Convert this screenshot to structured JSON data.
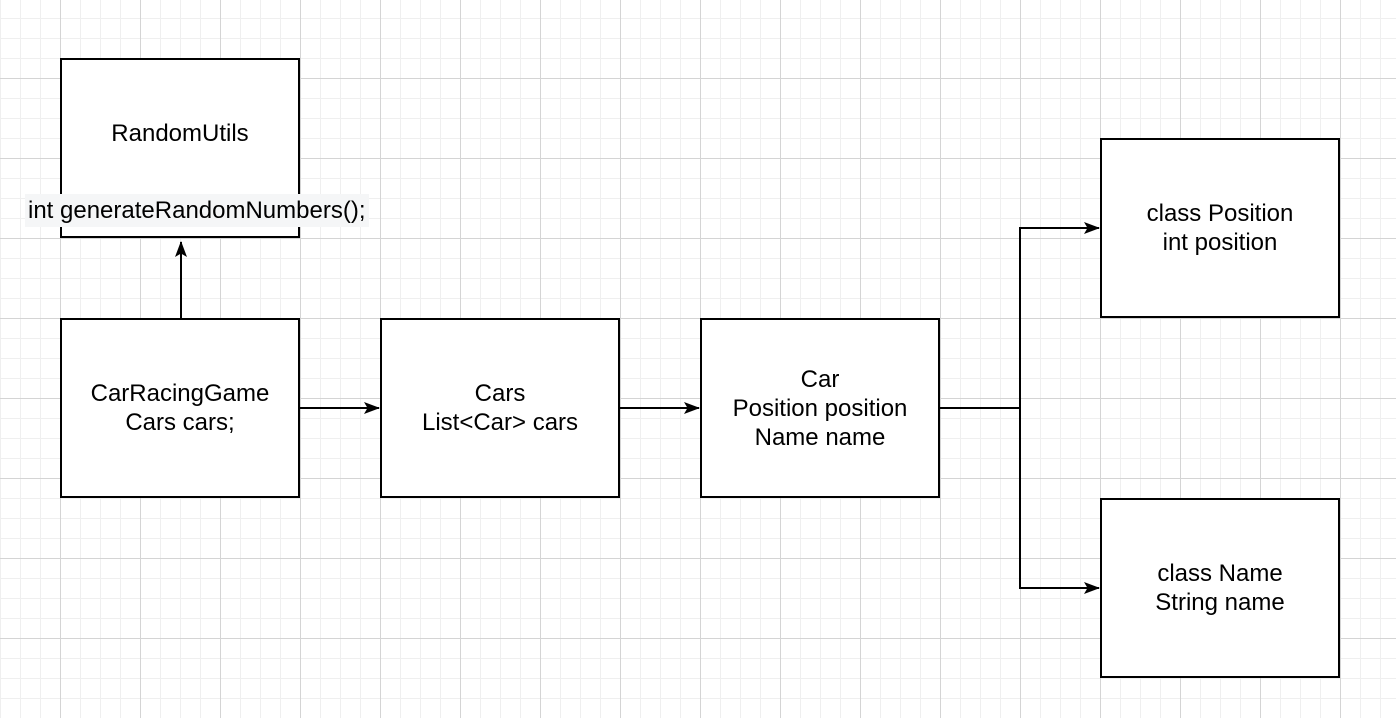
{
  "diagram": {
    "type": "class-relationship-flowchart",
    "colors": {
      "background": "#ffffff",
      "grid_minor": "#efefef",
      "grid_major": "#d4d4d4",
      "node_fill": "#ffffff",
      "node_border": "#000000",
      "edge_stroke": "#000000",
      "text": "#000000",
      "edge_label_background": "#f5f6f7"
    },
    "nodes": [
      {
        "id": "random-utils",
        "lines": [
          "RandomUtils"
        ]
      },
      {
        "id": "car-racing-game",
        "lines": [
          "CarRacingGame",
          "Cars cars;"
        ]
      },
      {
        "id": "cars",
        "lines": [
          "Cars",
          "List<Car> cars"
        ]
      },
      {
        "id": "car",
        "lines": [
          "Car",
          "Position position",
          "Name name"
        ]
      },
      {
        "id": "class-position",
        "lines": [
          "class Position",
          "int position"
        ]
      },
      {
        "id": "class-name",
        "lines": [
          "class Name",
          "String name"
        ]
      }
    ],
    "method_label": {
      "text": "int generateRandomNumbers();",
      "attached_to": "random-utils"
    },
    "edges": [
      {
        "from": "car-racing-game",
        "to": "random-utils",
        "direction": "up"
      },
      {
        "from": "car-racing-game",
        "to": "cars",
        "direction": "right"
      },
      {
        "from": "cars",
        "to": "car",
        "direction": "right"
      },
      {
        "from": "car",
        "to": "class-position",
        "direction": "right-up-right"
      },
      {
        "from": "car",
        "to": "class-name",
        "direction": "right-down-right"
      }
    ]
  }
}
